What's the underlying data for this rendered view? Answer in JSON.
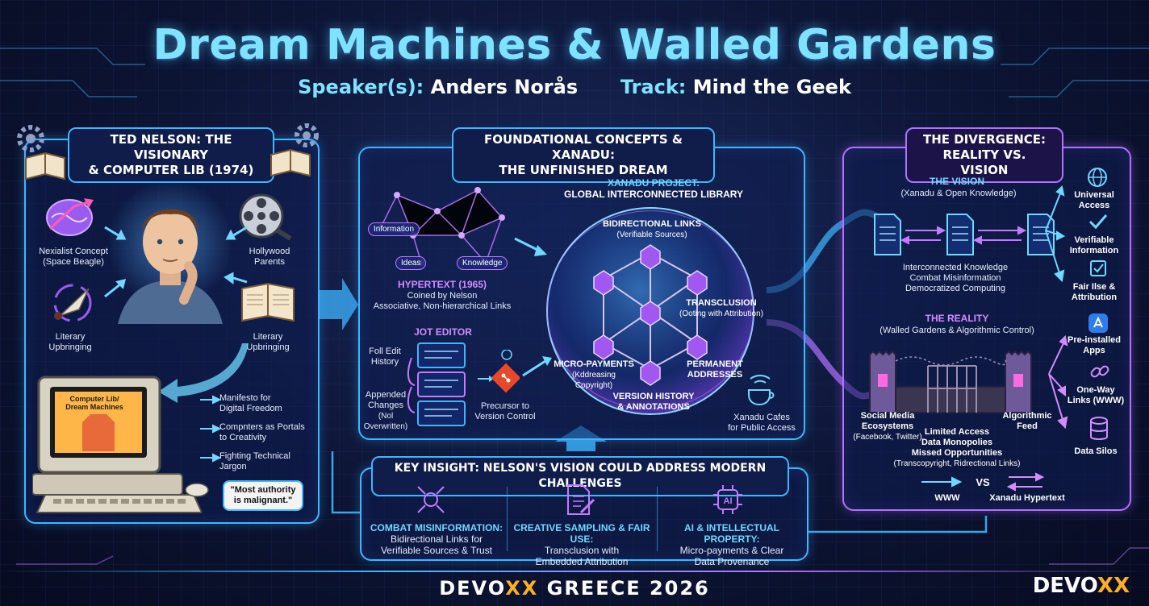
{
  "header": {
    "title": "Dream Machines & Walled Gardens",
    "speaker_label": "Speaker(s):",
    "speaker_name": "Anders Norås",
    "track_label": "Track:",
    "track_name": "Mind the Geek"
  },
  "left_panel": {
    "title_line1": "TED NELSON: THE VISIONARY",
    "title_line2": "& COMPUTER LIB (1974)",
    "influences": {
      "xanalist": [
        "Nexialist Concept",
        "(Space Beagle)"
      ],
      "hollywood": [
        "Hollywood",
        "Parents"
      ],
      "literary_left": [
        "Literary",
        "Upbringing"
      ],
      "literary_right": [
        "Literary",
        "Upbringing"
      ]
    },
    "computer_screen": [
      "Computer Lib/",
      "Dream Machines"
    ],
    "bullets": [
      [
        "Manifesto for",
        "Digital Freedom"
      ],
      [
        "Compnters as Portals",
        "to Creativity"
      ],
      [
        "Fighting Technical",
        "Jargon"
      ]
    ],
    "quote": [
      "\"Most authority",
      "is malignant.\""
    ]
  },
  "middle_panel": {
    "title_line1": "FOUNDATIONAL CONCEPTS & XANADU:",
    "title_line2": "THE UNFINISHED DREAM",
    "network_nodes": [
      "Information",
      "Ideas",
      "Knowledge"
    ],
    "hypertext": {
      "heading": "HYPERTEXT (1965)",
      "line1": "Coined by Nelson",
      "line2": "Associative, Non-hierarchical Links"
    },
    "jot_editor": {
      "heading": "JOT EDITOR",
      "full_edit": [
        "Foll Edit",
        "History"
      ],
      "appended": [
        "Appended",
        "Changes",
        "(Nol",
        "Overwritten)"
      ],
      "precursor": [
        "Precursor to",
        "Version Control"
      ]
    },
    "xanadu": {
      "heading_line1": "XANADU PROJECT:",
      "heading_line2": "GLOBAL INTERCONNECTED LIBRARY",
      "bidirectional": [
        "BIDIRECTIONAL LINKS",
        "(Verifiable Sources)"
      ],
      "transclusion": [
        "TRANSCLUSION",
        "(Ooting with Attribution)"
      ],
      "micropayments": [
        "MICRO-PAYMENTS",
        "(Kddreasing",
        "Copyright)"
      ],
      "permanent": [
        "PERMANENT",
        "ADDRESSES"
      ],
      "version_history": [
        "VERSION HISTORY",
        "& ANNOTATIONS"
      ]
    },
    "cafes": [
      "Xanadu Cafes",
      "for Public Access"
    ]
  },
  "right_panel": {
    "title_line1": "THE DIVERGENCE:",
    "title_line2": "REALITY VS. VISION",
    "vision": {
      "heading": "THE VISION",
      "sub": "(Xanadu & Open Knowledge)",
      "lines": [
        "Interconnected Knowledge",
        "Combat Misinformation",
        "Democratized Computing"
      ],
      "outcomes": [
        [
          "Universal",
          "Access"
        ],
        [
          "Verifiable",
          "Information"
        ],
        [
          "Fair Ilse &",
          "Attribution"
        ]
      ]
    },
    "reality": {
      "heading": "THE REALITY",
      "sub": "(Walled Gardens & Algorithmic Control)",
      "social": [
        "Social Media",
        "Ecosystems",
        "(Facebook, Twitter)"
      ],
      "limited": [
        "Limited Access",
        "Data Monopolies",
        "Missed Opportunities",
        "(Transcopyright, Ridrectional Links)"
      ],
      "feed": [
        "Algorithmic",
        "Feed"
      ],
      "outcomes": [
        [
          "Pre-installed",
          "Apps"
        ],
        [
          "One-Way",
          "Links (WWW)"
        ],
        [
          "Data Silos"
        ]
      ]
    },
    "compare": {
      "left": "WWW",
      "vs": "VS",
      "right": "Xanadu Hypertext"
    }
  },
  "insight": {
    "title": "KEY INSIGHT: NELSON'S VISION COULD ADDRESS MODERN CHALLENGES",
    "columns": [
      {
        "heading": "COMBAT MISINFORMATION:",
        "lines": [
          "Bidirectional Links for",
          "Verifiable Sources & Trust"
        ]
      },
      {
        "heading": "CREATIVE SAMPLING & FAIR USE:",
        "lines": [
          "Transclusion with",
          "Embedded Attribution"
        ]
      },
      {
        "heading": "AI & INTELLECTUAL PROPERTY:",
        "lines": [
          "Micro-payments & Clear",
          "Data Provenance"
        ]
      }
    ]
  },
  "footer": {
    "event_pre": "DEVO",
    "event_x": "XX",
    "event_post": " GREECE 2026",
    "logo_pre": "DEVO",
    "logo_x": "XX"
  },
  "colors": {
    "accent_cyan": "#3fb6ff",
    "accent_purple": "#b072ff",
    "heading_cyan": "#6fd8ff",
    "brand_orange": "#ffb020"
  }
}
